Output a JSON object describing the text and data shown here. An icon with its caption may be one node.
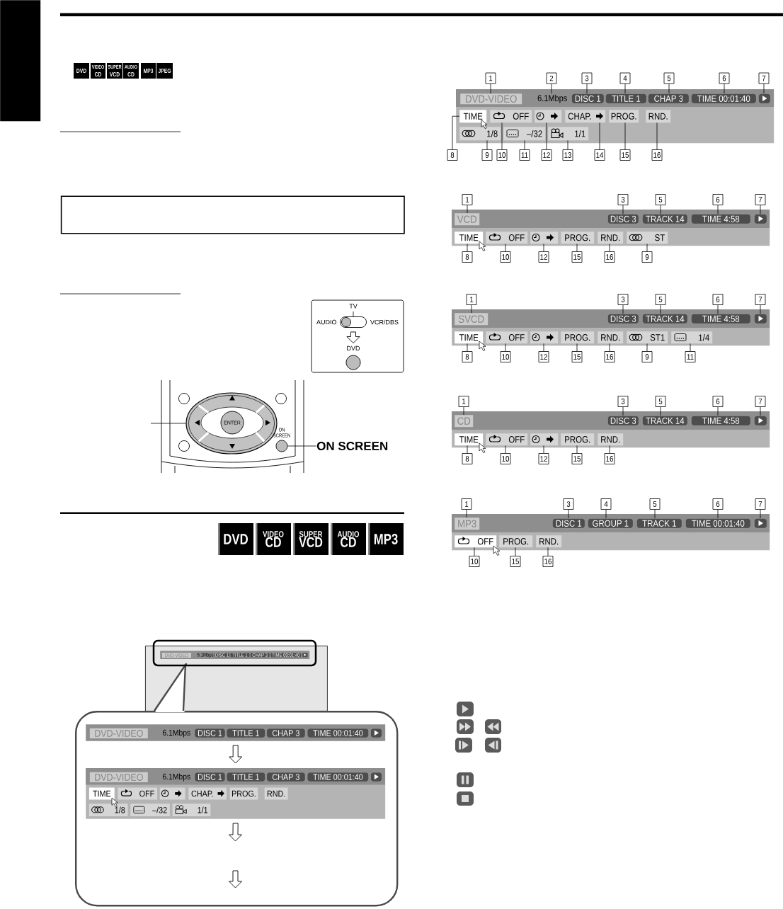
{
  "diagram": {
    "nodes": [
      {
        "text": [
          "DVD"
        ]
      },
      {
        "text": [
          "VIDEO",
          "CD"
        ]
      },
      {
        "text": [
          "SUPER",
          "VCD"
        ]
      },
      {
        "text": [
          "AUDIO",
          "CD"
        ]
      },
      {
        "text": [
          "MP3"
        ]
      },
      {
        "text": [
          "JPEG"
        ]
      },
      {
        "text": [],
        "shape": "box"
      },
      {
        "text": [
          "TV",
          "AUDIO",
          "VCR/DBS"
        ],
        "in": 6
      },
      {
        "text": [
          "DVD"
        ],
        "in": 6
      },
      {
        "text": [],
        "shape": "ellipse"
      },
      {
        "text": [
          "ENTER"
        ],
        "in": 9
      },
      {
        "text": [
          "ON SCREEN"
        ]
      },
      {
        "text": [
          "ON SCREEN"
        ]
      },
      {
        "text": [
          "DVD"
        ]
      },
      {
        "text": [
          "VIDEO",
          "CD"
        ]
      },
      {
        "text": [
          "SUPER",
          "VCD"
        ]
      },
      {
        "text": [
          "AUDIO",
          "CD"
        ]
      },
      {
        "text": [
          "MP3"
        ]
      },
      {
        "text": [],
        "shape": "box"
      },
      {
        "text": [],
        "shape": "bar",
        "in": 18
      },
      {
        "text": [
          "DVD-VIDEO"
        ],
        "in": 19
      },
      {
        "text": [
          "6.1Mbps"
        ],
        "in": 19
      },
      {
        "text": [
          "DISC 1"
        ],
        "in": 19
      },
      {
        "text": [
          "TITLE 1"
        ],
        "in": 19
      },
      {
        "text": [
          "CHAP 3"
        ],
        "in": 19
      },
      {
        "text": [
          "TIME 00:01:40"
        ],
        "in": 19
      },
      {
        "text": [],
        "shape": "box",
        "in": 19
      },
      {
        "text": [],
        "shape": "box"
      },
      {
        "text": [],
        "shape": "bar",
        "in": 27
      },
      {
        "text": [
          "DVD-VIDEO"
        ],
        "in": 28
      },
      {
        "text": [
          "6.1Mbps"
        ],
        "in": 28
      },
      {
        "text": [
          "DISC 1"
        ],
        "in": 28
      },
      {
        "text": [
          "TITLE 1"
        ],
        "in": 28
      },
      {
        "text": [
          "CHAP 3"
        ],
        "in": 28
      },
      {
        "text": [
          "TIME 00:01:40"
        ],
        "in": 28
      },
      {
        "text": [],
        "shape": "box",
        "in": 28
      },
      {
        "text": [],
        "shape": "bar",
        "in": 27
      },
      {
        "text": [
          "DVD-VIDEO"
        ],
        "in": 36
      },
      {
        "text": [
          "6.1Mbps"
        ],
        "in": 36
      },
      {
        "text": [
          "DISC 1"
        ],
        "in": 36
      },
      {
        "text": [
          "TITLE 1"
        ],
        "in": 36
      },
      {
        "text": [
          "CHAP 3"
        ],
        "in": 36
      },
      {
        "text": [
          "TIME 00:01:40"
        ],
        "in": 36
      },
      {
        "text": [],
        "shape": "box",
        "in": 36
      },
      {
        "text": [
          "TIME"
        ],
        "in": 36
      },
      {
        "text": [
          "OFF"
        ],
        "in": 36
      },
      {
        "text": [],
        "shape": "box",
        "in": 36
      },
      {
        "text": [
          "CHAP."
        ],
        "in": 36
      },
      {
        "text": [
          "PROG."
        ],
        "in": 36
      },
      {
        "text": [
          "RND."
        ],
        "in": 36
      },
      {
        "text": [
          "1/8"
        ],
        "in": 36
      },
      {
        "text": [
          "–/32"
        ],
        "in": 36
      },
      {
        "text": [
          "1/1"
        ],
        "in": 36
      },
      {
        "text": [],
        "shape": "bar"
      },
      {
        "text": [
          "DVD-VIDEO"
        ],
        "in": 53
      },
      {
        "text": [
          "6.1Mbps"
        ],
        "in": 53
      },
      {
        "text": [
          "DISC 1"
        ],
        "in": 53
      },
      {
        "text": [
          "TITLE 1"
        ],
        "in": 53
      },
      {
        "text": [
          "CHAP 3"
        ],
        "in": 53
      },
      {
        "text": [
          "TIME 00:01:40"
        ],
        "in": 53
      },
      {
        "text": [],
        "shape": "box",
        "in": 53
      },
      {
        "text": [
          "TIME"
        ],
        "in": 53
      },
      {
        "text": [
          "OFF"
        ],
        "in": 53
      },
      {
        "text": [],
        "shape": "box",
        "in": 53
      },
      {
        "text": [
          "CHAP."
        ],
        "in": 53
      },
      {
        "text": [
          "PROG."
        ],
        "in": 53
      },
      {
        "text": [
          "RND."
        ],
        "in": 53
      },
      {
        "text": [
          "1/8"
        ],
        "in": 53
      },
      {
        "text": [
          "–/32"
        ],
        "in": 53
      },
      {
        "text": [
          "1/1"
        ],
        "in": 53
      },
      {
        "text": [
          "1"
        ]
      },
      {
        "text": [
          "2"
        ]
      },
      {
        "text": [
          "3"
        ]
      },
      {
        "text": [
          "4"
        ]
      },
      {
        "text": [
          "5"
        ]
      },
      {
        "text": [
          "6"
        ]
      },
      {
        "text": [
          "7"
        ]
      },
      {
        "text": [
          "8"
        ]
      },
      {
        "text": [
          "9"
        ]
      },
      {
        "text": [
          "10"
        ]
      },
      {
        "text": [
          "11"
        ]
      },
      {
        "text": [
          "12"
        ]
      },
      {
        "text": [
          "13"
        ]
      },
      {
        "text": [
          "14"
        ]
      },
      {
        "text": [
          "15"
        ]
      },
      {
        "text": [
          "16"
        ]
      },
      {
        "text": [],
        "shape": "bar"
      },
      {
        "text": [
          "VCD"
        ],
        "in": 86
      },
      {
        "text": [
          "DISC 3"
        ],
        "in": 86
      },
      {
        "text": [
          "TRACK 14"
        ],
        "in": 86
      },
      {
        "text": [
          "TIME 4:58"
        ],
        "in": 86
      },
      {
        "text": [],
        "shape": "box",
        "in": 86
      },
      {
        "text": [
          "TIME"
        ],
        "in": 86
      },
      {
        "text": [
          "OFF"
        ],
        "in": 86
      },
      {
        "text": [],
        "shape": "box",
        "in": 86
      },
      {
        "text": [
          "PROG."
        ],
        "in": 86
      },
      {
        "text": [
          "RND."
        ],
        "in": 86
      },
      {
        "text": [
          "ST"
        ],
        "in": 86
      },
      {
        "text": [
          "1"
        ]
      },
      {
        "text": [
          "3"
        ]
      },
      {
        "text": [
          "5"
        ]
      },
      {
        "text": [
          "6"
        ]
      },
      {
        "text": [
          "7"
        ]
      },
      {
        "text": [
          "8"
        ]
      },
      {
        "text": [
          "10"
        ]
      },
      {
        "text": [
          "12"
        ]
      },
      {
        "text": [
          "15"
        ]
      },
      {
        "text": [
          "16"
        ]
      },
      {
        "text": [
          "9"
        ]
      },
      {
        "text": [],
        "shape": "bar"
      },
      {
        "text": [
          "SVCD"
        ],
        "in": 109
      },
      {
        "text": [
          "DISC 3"
        ],
        "in": 109
      },
      {
        "text": [
          "TRACK 14"
        ],
        "in": 109
      },
      {
        "text": [
          "TIME 4:58"
        ],
        "in": 109
      },
      {
        "text": [],
        "shape": "box",
        "in": 109
      },
      {
        "text": [
          "TIME"
        ],
        "in": 109
      },
      {
        "text": [
          "OFF"
        ],
        "in": 109
      },
      {
        "text": [],
        "shape": "box",
        "in": 109
      },
      {
        "text": [
          "PROG."
        ],
        "in": 109
      },
      {
        "text": [
          "RND."
        ],
        "in": 109
      },
      {
        "text": [
          "ST1"
        ],
        "in": 109
      },
      {
        "text": [
          "1/4"
        ],
        "in": 109
      },
      {
        "text": [
          "1"
        ]
      },
      {
        "text": [
          "3"
        ]
      },
      {
        "text": [
          "5"
        ]
      },
      {
        "text": [
          "6"
        ]
      },
      {
        "text": [
          "7"
        ]
      },
      {
        "text": [
          "8"
        ]
      },
      {
        "text": [
          "10"
        ]
      },
      {
        "text": [
          "12"
        ]
      },
      {
        "text": [
          "15"
        ]
      },
      {
        "text": [
          "16"
        ]
      },
      {
        "text": [
          "9"
        ]
      },
      {
        "text": [
          "11"
        ]
      },
      {
        "text": [],
        "shape": "bar"
      },
      {
        "text": [
          "CD"
        ],
        "in": 134
      },
      {
        "text": [
          "DISC 3"
        ],
        "in": 134
      },
      {
        "text": [
          "TRACK 14"
        ],
        "in": 134
      },
      {
        "text": [
          "TIME 4:58"
        ],
        "in": 134
      },
      {
        "text": [],
        "shape": "box",
        "in": 134
      },
      {
        "text": [
          "TIME"
        ],
        "in": 134
      },
      {
        "text": [
          "OFF"
        ],
        "in": 134
      },
      {
        "text": [],
        "shape": "box",
        "in": 134
      },
      {
        "text": [
          "PROG."
        ],
        "in": 134
      },
      {
        "text": [
          "RND."
        ],
        "in": 134
      },
      {
        "text": [
          "1"
        ]
      },
      {
        "text": [
          "3"
        ]
      },
      {
        "text": [
          "5"
        ]
      },
      {
        "text": [
          "6"
        ]
      },
      {
        "text": [
          "7"
        ]
      },
      {
        "text": [
          "8"
        ]
      },
      {
        "text": [
          "10"
        ]
      },
      {
        "text": [
          "12"
        ]
      },
      {
        "text": [
          "15"
        ]
      },
      {
        "text": [
          "16"
        ]
      },
      {
        "text": [],
        "shape": "bar"
      },
      {
        "text": [
          "MP3"
        ],
        "in": 155
      },
      {
        "text": [
          "DISC 1"
        ],
        "in": 155
      },
      {
        "text": [
          "GROUP 1"
        ],
        "in": 155
      },
      {
        "text": [
          "TRACK 1"
        ],
        "in": 155
      },
      {
        "text": [
          "TIME 00:01:40"
        ],
        "in": 155
      },
      {
        "text": [],
        "shape": "box",
        "in": 155
      },
      {
        "text": [
          "OFF"
        ],
        "in": 155
      },
      {
        "text": [
          "PROG."
        ],
        "in": 155
      },
      {
        "text": [
          "RND."
        ],
        "in": 155
      },
      {
        "text": [
          "1"
        ]
      },
      {
        "text": [
          "3"
        ]
      },
      {
        "text": [
          "4"
        ]
      },
      {
        "text": [
          "5"
        ]
      },
      {
        "text": [
          "6"
        ]
      },
      {
        "text": [
          "7"
        ]
      },
      {
        "text": [
          "10"
        ]
      },
      {
        "text": [
          "15"
        ]
      },
      {
        "text": [
          "16"
        ]
      },
      {
        "text": [],
        "shape": "box"
      },
      {
        "text": [],
        "shape": "box"
      }
    ],
    "edges": [
      {
        "from": 7,
        "to": 8,
        "arrow": "to"
      },
      {
        "from": null,
        "to": 9,
        "arrow": "none"
      },
      {
        "from": 12,
        "to": 11,
        "arrow": "none"
      },
      {
        "from": 28,
        "to": 36,
        "arrow": "to"
      },
      {
        "from": 36,
        "to": null,
        "arrow": "to"
      },
      {
        "from": 70,
        "to": 54,
        "arrow": "none"
      },
      {
        "from": 71,
        "to": 55,
        "arrow": "none"
      },
      {
        "from": 72,
        "to": 56,
        "arrow": "none"
      },
      {
        "from": 73,
        "to": 57,
        "arrow": "none"
      },
      {
        "from": 74,
        "to": 58,
        "arrow": "none"
      },
      {
        "from": 75,
        "to": 59,
        "arrow": "none"
      },
      {
        "from": 76,
        "to": 60,
        "arrow": "none"
      },
      {
        "from": 77,
        "to": 61,
        "arrow": "none"
      },
      {
        "from": 78,
        "to": 67,
        "arrow": "none"
      },
      {
        "from": 79,
        "to": 62,
        "arrow": "none"
      },
      {
        "from": 80,
        "to": 68,
        "arrow": "none"
      },
      {
        "from": 81,
        "to": 63,
        "arrow": "none"
      },
      {
        "from": 82,
        "to": 69,
        "arrow": "none"
      },
      {
        "from": 83,
        "to": 64,
        "arrow": "none"
      },
      {
        "from": 84,
        "to": 65,
        "arrow": "none"
      },
      {
        "from": 85,
        "to": 66,
        "arrow": "none"
      },
      {
        "from": 98,
        "to": 87,
        "arrow": "none"
      },
      {
        "from": 99,
        "to": 88,
        "arrow": "none"
      },
      {
        "from": 100,
        "to": 89,
        "arrow": "none"
      },
      {
        "from": 101,
        "to": 90,
        "arrow": "none"
      },
      {
        "from": 102,
        "to": 91,
        "arrow": "none"
      },
      {
        "from": 103,
        "to": 92,
        "arrow": "none"
      },
      {
        "from": 104,
        "to": 93,
        "arrow": "none"
      },
      {
        "from": 105,
        "to": 94,
        "arrow": "none"
      },
      {
        "from": 106,
        "to": 95,
        "arrow": "none"
      },
      {
        "from": 107,
        "to": 96,
        "arrow": "none"
      },
      {
        "from": 108,
        "to": 97,
        "arrow": "none"
      },
      {
        "from": 122,
        "to": 110,
        "arrow": "none"
      },
      {
        "from": 123,
        "to": 111,
        "arrow": "none"
      },
      {
        "from": 124,
        "to": 112,
        "arrow": "none"
      },
      {
        "from": 125,
        "to": 113,
        "arrow": "none"
      },
      {
        "from": 126,
        "to": 114,
        "arrow": "none"
      },
      {
        "from": 127,
        "to": 115,
        "arrow": "none"
      },
      {
        "from": 128,
        "to": 116,
        "arrow": "none"
      },
      {
        "from": 129,
        "to": 117,
        "arrow": "none"
      },
      {
        "from": 130,
        "to": 118,
        "arrow": "none"
      },
      {
        "from": 131,
        "to": 119,
        "arrow": "none"
      },
      {
        "from": 132,
        "to": 120,
        "arrow": "none"
      },
      {
        "from": 133,
        "to": 121,
        "arrow": "none"
      },
      {
        "from": 145,
        "to": 135,
        "arrow": "none"
      },
      {
        "from": 146,
        "to": 136,
        "arrow": "none"
      },
      {
        "from": 147,
        "to": 137,
        "arrow": "none"
      },
      {
        "from": 148,
        "to": 138,
        "arrow": "none"
      },
      {
        "from": 149,
        "to": 139,
        "arrow": "none"
      },
      {
        "from": 150,
        "to": 140,
        "arrow": "none"
      },
      {
        "from": 151,
        "to": 141,
        "arrow": "none"
      },
      {
        "from": 152,
        "to": 142,
        "arrow": "none"
      },
      {
        "from": 153,
        "to": 143,
        "arrow": "none"
      },
      {
        "from": 154,
        "to": 144,
        "arrow": "none"
      },
      {
        "from": 165,
        "to": 156,
        "arrow": "none"
      },
      {
        "from": 166,
        "to": 157,
        "arrow": "none"
      },
      {
        "from": 167,
        "to": 158,
        "arrow": "none"
      },
      {
        "from": 168,
        "to": 159,
        "arrow": "none"
      },
      {
        "from": 169,
        "to": 160,
        "arrow": "none"
      },
      {
        "from": 170,
        "to": 161,
        "arrow": "none"
      },
      {
        "from": 171,
        "to": 162,
        "arrow": "none"
      },
      {
        "from": 172,
        "to": 163,
        "arrow": "none"
      },
      {
        "from": 173,
        "to": 164,
        "arrow": "none"
      }
    ]
  }
}
